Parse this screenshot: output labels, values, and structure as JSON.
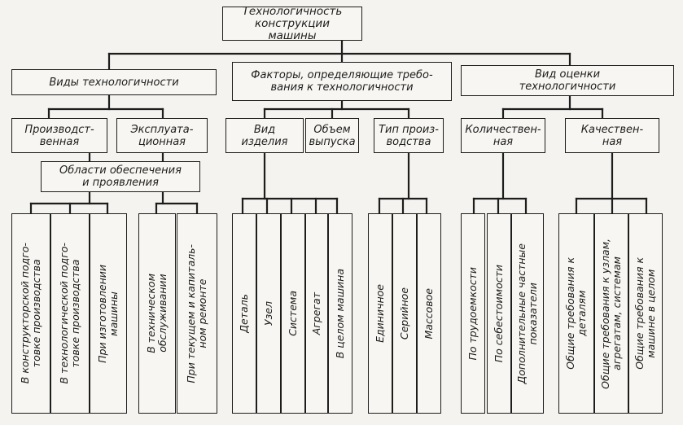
{
  "diagram": {
    "root": "Технологичность конструкции\nмашины",
    "l1": {
      "types": "Виды технологичности",
      "factors": "Факторы, определяющие требо-\nвания к технологичности",
      "assessment": "Вид оценки\nтехнологичности"
    },
    "l2": {
      "production": "Производст-\nвенная",
      "operational": "Эксплуата-\nционная",
      "product_kind": "Вид\nизделия",
      "volume": "Объем\nвыпуска",
      "prod_type": "Тип произ-\nводства",
      "quantitative": "Количествен-\nная",
      "qualitative": "Качествен-\nная"
    },
    "areas": "Области обеспечения\nи проявления",
    "leaves": {
      "design_prep": "В конструкторской подго-\nтовке производства",
      "tech_prep": "В технологической подго-\nтовке производства",
      "manufacture": "При изготовлении\nмашины",
      "maintenance": "В техническом\nобслуживании",
      "repair": "При текущем и капиталь-\nном ремонте",
      "part": "Деталь",
      "unit": "Узел",
      "system": "Система",
      "aggregate": "Агрегат",
      "whole_machine": "В целом машина",
      "single": "Единичное",
      "serial": "Серийное",
      "mass": "Массовое",
      "labor": "По трудоемкости",
      "cost": "По себестоимости",
      "additional": "Дополнительные частные\nпоказатели",
      "req_parts": "Общие требования к\nдеталям",
      "req_units": "Общие требования к узлам,\nагрегатам, системам",
      "req_machine": "Общие требования к\nмашине в целом"
    }
  }
}
